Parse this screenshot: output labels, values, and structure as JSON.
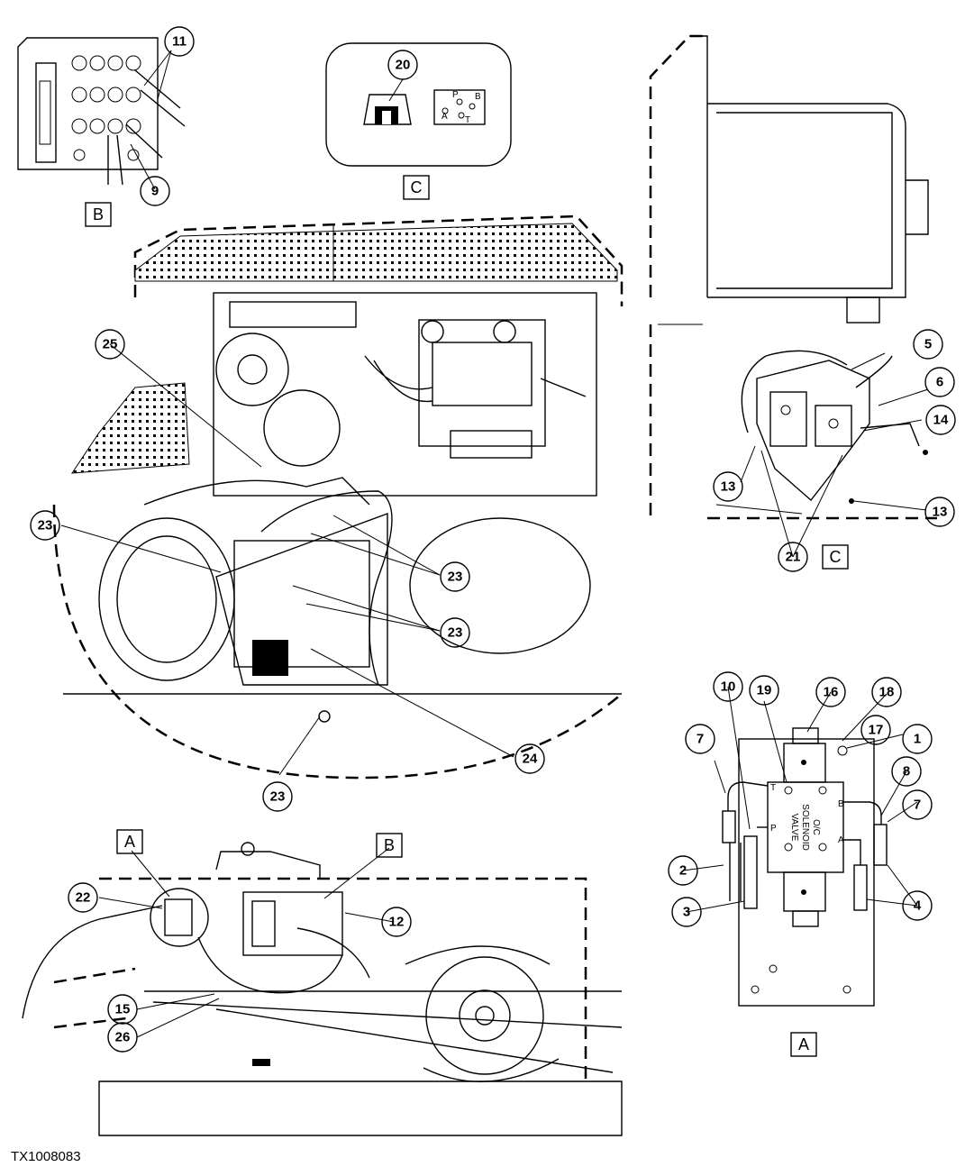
{
  "figure_id": "TX1008083",
  "callouts": {
    "c1": "1",
    "c2": "2",
    "c3": "3",
    "c4": "4",
    "c5": "5",
    "c6": "6",
    "c7a": "7",
    "c7b": "7",
    "c8": "8",
    "c9": "9",
    "c10": "10",
    "c11": "11",
    "c12": "12",
    "c13a": "13",
    "c13b": "13",
    "c14": "14",
    "c15": "15",
    "c16": "16",
    "c17": "17",
    "c18": "18",
    "c19": "19",
    "c20": "20",
    "c21": "21",
    "c22": "22",
    "c23a": "23",
    "c23b": "23",
    "c23c": "23",
    "c23d": "23",
    "c24": "24",
    "c25": "25",
    "c26": "26"
  },
  "view_labels": {
    "B_top": "B",
    "C_top": "C",
    "C_right": "C",
    "A_bottom": "A",
    "A_call": "A",
    "B_call": "B"
  },
  "valve": {
    "line1": "O/C",
    "line2": "SOLENOID",
    "line3": "VALVE",
    "port_T": "T",
    "port_P": "P",
    "port_B": "B",
    "port_A": "A"
  },
  "inset_c_ports": {
    "p": "P",
    "b": "B",
    "a": "A",
    "t": "T"
  }
}
